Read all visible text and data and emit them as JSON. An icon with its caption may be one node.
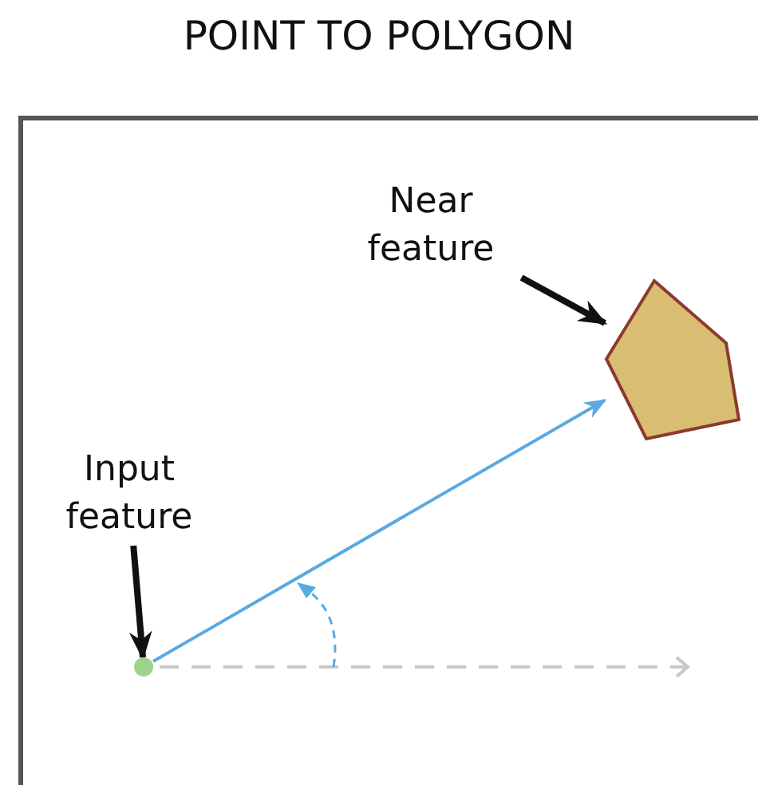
{
  "diagram": {
    "title": "POINT TO POLYGON",
    "nodes": [
      {
        "text": [
          "Input feature"
        ]
      },
      {
        "text": [
          "Near feature"
        ]
      },
      {
        "text": [],
        "shape": "circle"
      },
      {
        "text": [],
        "shape": "polygon"
      }
    ],
    "edges": [
      {
        "from": 0,
        "to": 2,
        "arrow": "to"
      },
      {
        "from": 1,
        "to": 3,
        "arrow": "to"
      },
      {
        "from": 2,
        "to": 3,
        "arrow": "to",
        "color": "#5aa9e0"
      }
    ]
  }
}
